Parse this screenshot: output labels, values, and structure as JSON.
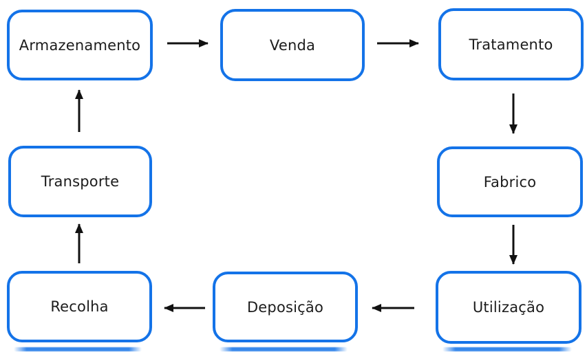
{
  "diagram": {
    "type": "cycle-flowchart",
    "language": "pt",
    "nodes": [
      {
        "id": "armazenamento",
        "label": "Armazenamento"
      },
      {
        "id": "venda",
        "label": "Venda"
      },
      {
        "id": "tratamento",
        "label": "Tratamento"
      },
      {
        "id": "fabrico",
        "label": "Fabrico"
      },
      {
        "id": "utilizacao",
        "label": "Utilização"
      },
      {
        "id": "deposicao",
        "label": "Deposição"
      },
      {
        "id": "recolha",
        "label": "Recolha"
      },
      {
        "id": "transporte",
        "label": "Transporte"
      }
    ],
    "edges": [
      {
        "from": "Armazenamento",
        "to": "Venda",
        "direction": "right"
      },
      {
        "from": "Venda",
        "to": "Tratamento",
        "direction": "right"
      },
      {
        "from": "Tratamento",
        "to": "Fabrico",
        "direction": "down"
      },
      {
        "from": "Fabrico",
        "to": "Utilização",
        "direction": "down"
      },
      {
        "from": "Utilização",
        "to": "Deposição",
        "direction": "left"
      },
      {
        "from": "Deposição",
        "to": "Recolha",
        "direction": "left"
      },
      {
        "from": "Recolha",
        "to": "Transporte",
        "direction": "up"
      },
      {
        "from": "Transporte",
        "to": "Armazenamento",
        "direction": "up"
      }
    ],
    "colors": {
      "box_border": "#1473e8",
      "box_fill": "#ffffff",
      "text": "#1c1c1c",
      "arrow": "#111111",
      "background": "#ffffff"
    }
  }
}
